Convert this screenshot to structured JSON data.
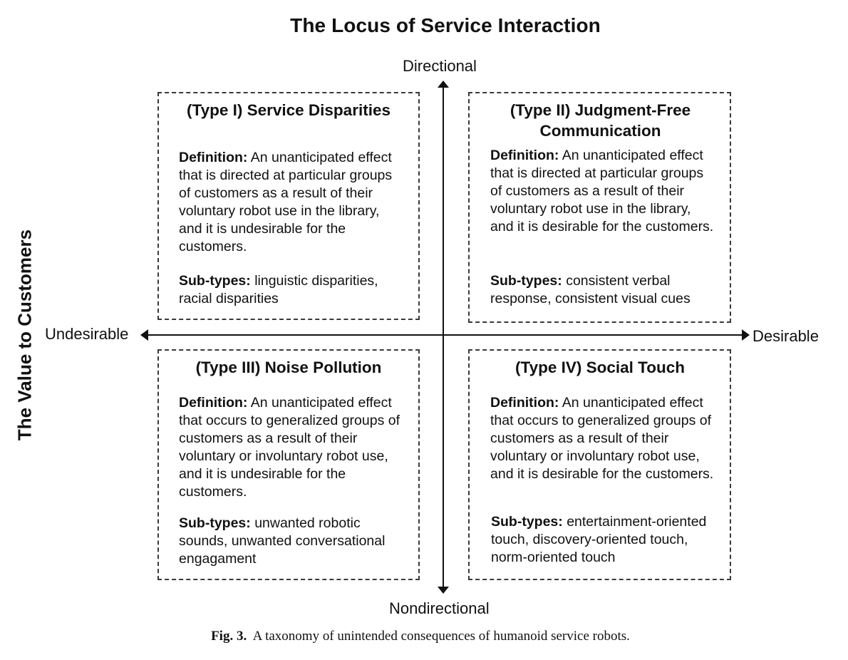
{
  "title": "The Locus of Service Interaction",
  "axes": {
    "top": "Directional",
    "bottom": "Nondirectional",
    "left": "Undesirable",
    "right": "Desirable",
    "y_title": "The Value to Customers"
  },
  "quadrants": [
    {
      "title": "(Type I) Service Disparities",
      "definition_label": "Definition:",
      "definition": "An unanticipated effect that is directed at particular groups of customers as a result of their voluntary robot use in the library, and it is undesirable for the customers.",
      "subtypes_label": "Sub-types:",
      "subtypes": "linguistic disparities, racial disparities"
    },
    {
      "title": "(Type II) Judgment-Free Communication",
      "definition_label": "Definition:",
      "definition": "An unanticipated effect that is directed at particular groups of customers as a result of their voluntary robot use in the library, and it is desirable for the customers.",
      "subtypes_label": "Sub-types:",
      "subtypes": "consistent verbal response, consistent visual cues"
    },
    {
      "title": "(Type III) Noise Pollution",
      "definition_label": "Definition:",
      "definition": "An unanticipated effect that occurs to generalized groups of customers as a result of their voluntary or involuntary robot use, and it is undesirable for the customers.",
      "subtypes_label": "Sub-types:",
      "subtypes": "unwanted robotic sounds, unwanted conversational engagament"
    },
    {
      "title": "(Type IV) Social Touch",
      "definition_label": "Definition:",
      "definition": "An unanticipated effect that occurs to generalized groups of customers as a result of their voluntary or involuntary robot use, and it is desirable for the customers.",
      "subtypes_label": "Sub-types:",
      "subtypes": "entertainment-oriented touch, discovery-oriented touch, norm-oriented touch"
    }
  ],
  "caption": {
    "label": "Fig. 3.",
    "text": "A taxonomy of unintended consequences of humanoid service robots."
  }
}
